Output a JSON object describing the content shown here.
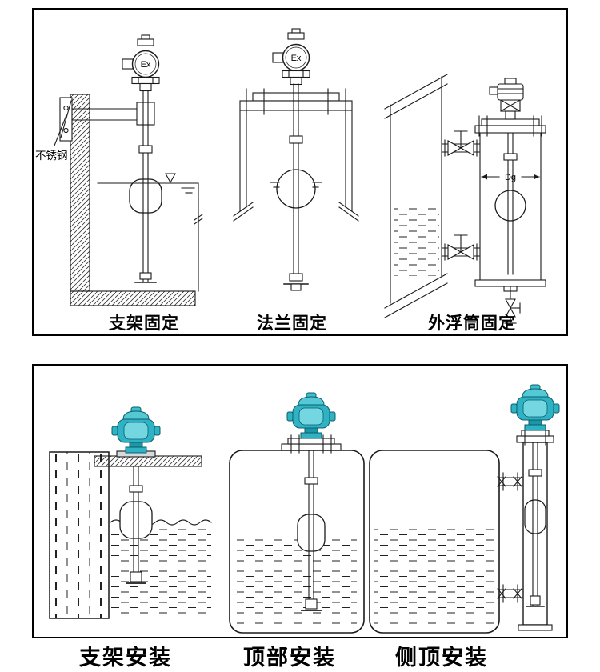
{
  "top_panel": {
    "ex_label": "Ex",
    "stainless_label": "不锈钢",
    "dg_label": "Dg",
    "captions": {
      "bracket": "支架固定",
      "flange": "法兰固定",
      "chamber": "外浮筒固定"
    }
  },
  "bottom_panel": {
    "head_color": "#2fb3c4",
    "captions": {
      "bracket": "支架安装",
      "top": "顶部安装",
      "side": "侧顶安装"
    }
  }
}
